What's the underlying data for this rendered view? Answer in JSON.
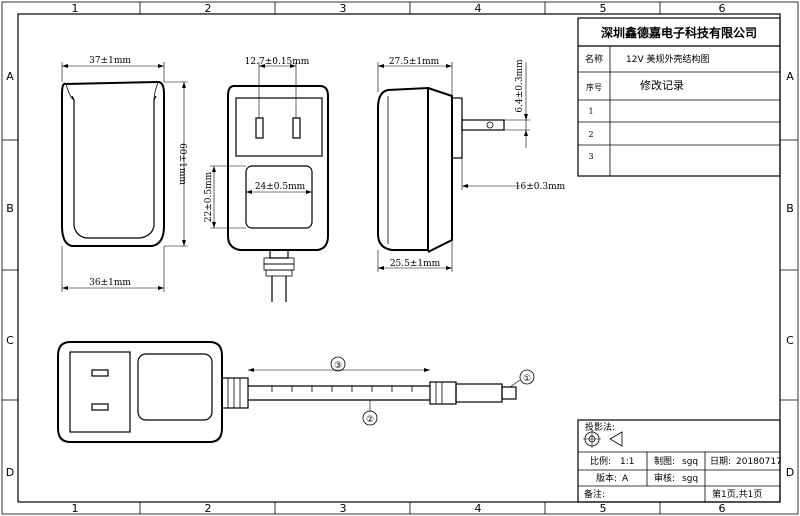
{
  "frame": {
    "columns": [
      "1",
      "2",
      "3",
      "4",
      "5",
      "6"
    ],
    "rows": [
      "A",
      "B",
      "C",
      "D"
    ]
  },
  "title_block": {
    "company": "深圳鑫德嘉电子科技有限公司",
    "name_label": "名称",
    "name_value": "12V 美规外壳结构图",
    "seq_label": "序号",
    "revision_label": "修改记录",
    "rows": [
      "1",
      "2",
      "3"
    ]
  },
  "bottom_block": {
    "projection_label": "投影法:",
    "scale_label": "比例:",
    "scale_value": "1:1",
    "made_label": "制图:",
    "made_value": "sgq",
    "date_label": "日期:",
    "date_value": "20180717",
    "version_label": "版本:",
    "version_value": "A",
    "review_label": "审核:",
    "review_value": "sgq",
    "sheet_value": "第1页,共1页",
    "note_label": "备注:"
  },
  "dimensions": {
    "front_top": "37±1mm",
    "front_height": "60±1mm",
    "front_bottom": "36±1mm",
    "back_top": "12.7±0.15mm",
    "back_height": "22±0.5mm",
    "back_inner": "24±0.5mm",
    "side_top": "27.5±1mm",
    "side_pin": "6.4±0.3mm",
    "side_right": "16±0.3mm",
    "side_bottom": "25.5±1mm"
  },
  "callouts": [
    "①",
    "②",
    "③"
  ]
}
